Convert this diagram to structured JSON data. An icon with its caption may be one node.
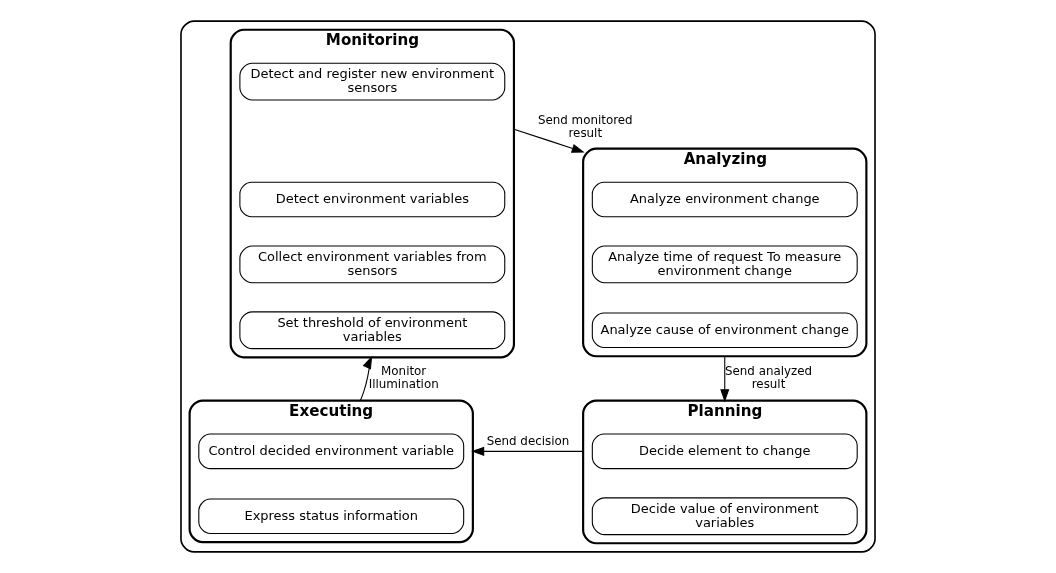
{
  "diagram": {
    "nodes": [
      {
        "text": [],
        "shape": "box"
      },
      {
        "text": [
          "Monitoring"
        ],
        "in": 0
      },
      {
        "text": [
          "Detect and register new environment sensors"
        ],
        "in": 1
      },
      {
        "text": [
          "Detect environment variables"
        ],
        "in": 1
      },
      {
        "text": [
          "Collect environment variables from sensors"
        ],
        "in": 1
      },
      {
        "text": [
          "Set threshold of environment variables"
        ],
        "in": 1
      },
      {
        "text": [
          "Analyzing"
        ],
        "in": 0
      },
      {
        "text": [
          "Analyze environment change"
        ],
        "in": 6
      },
      {
        "text": [
          "Analyze time of request To measure environment change"
        ],
        "in": 6
      },
      {
        "text": [
          "Analyze cause of environment change"
        ],
        "in": 6
      },
      {
        "text": [
          "Executing"
        ],
        "in": 0
      },
      {
        "text": [
          "Control decided environment variable"
        ],
        "in": 10
      },
      {
        "text": [
          "Express status information"
        ],
        "in": 10
      },
      {
        "text": [
          "Planning"
        ],
        "in": 0
      },
      {
        "text": [
          "Decide element to change"
        ],
        "in": 13
      },
      {
        "text": [
          "Decide value of environment variables"
        ],
        "in": 13
      }
    ],
    "edges": [
      {
        "from": 1,
        "to": 6,
        "arrow": "to",
        "label": "Send monitored result"
      },
      {
        "from": 6,
        "to": 13,
        "arrow": "to",
        "label": "Send analyzed result"
      },
      {
        "from": 13,
        "to": 10,
        "arrow": "to",
        "label": "Send decision"
      },
      {
        "from": 10,
        "to": 1,
        "arrow": "to",
        "label": "Monitor Illumination"
      }
    ]
  }
}
